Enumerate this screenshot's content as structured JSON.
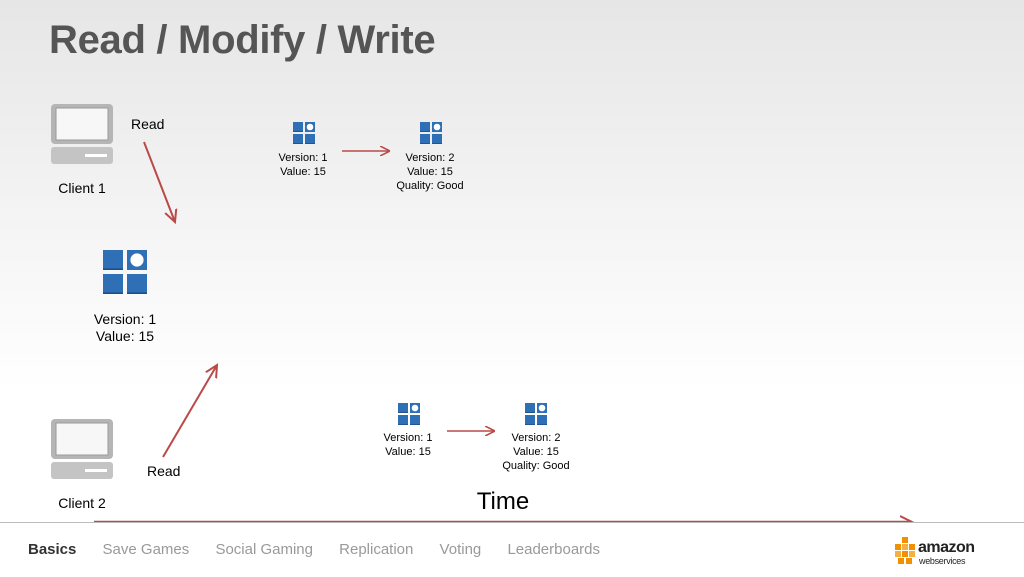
{
  "title": "Read / Modify / Write",
  "clients": {
    "client1": {
      "name": "Client 1",
      "action": "Read"
    },
    "client2": {
      "name": "Client 2",
      "action": "Read"
    }
  },
  "record_main": {
    "version": "Version: 1",
    "value": "Value: 15"
  },
  "timeline1": {
    "before": {
      "version": "Version: 1",
      "value": "Value: 15"
    },
    "after": {
      "version": "Version: 2",
      "value": "Value: 15",
      "quality": "Quality: Good"
    }
  },
  "timeline2": {
    "before": {
      "version": "Version: 1",
      "value": "Value: 15"
    },
    "after": {
      "version": "Version: 2",
      "value": "Value: 15",
      "quality": "Quality: Good"
    }
  },
  "time_label": "Time",
  "nav": {
    "items": [
      "Basics",
      "Save Games",
      "Social Gaming",
      "Replication",
      "Voting",
      "Leaderboards"
    ],
    "active": "Basics"
  },
  "logo": {
    "word": "amazon",
    "sub": "webservices"
  },
  "colors": {
    "arrow": "#b94a48",
    "tile": "#2e6fb5",
    "title": "#555555"
  },
  "icons": {
    "client": "laptop-icon",
    "record": "database-tile-icon",
    "logo": "aws-cubes-icon"
  }
}
